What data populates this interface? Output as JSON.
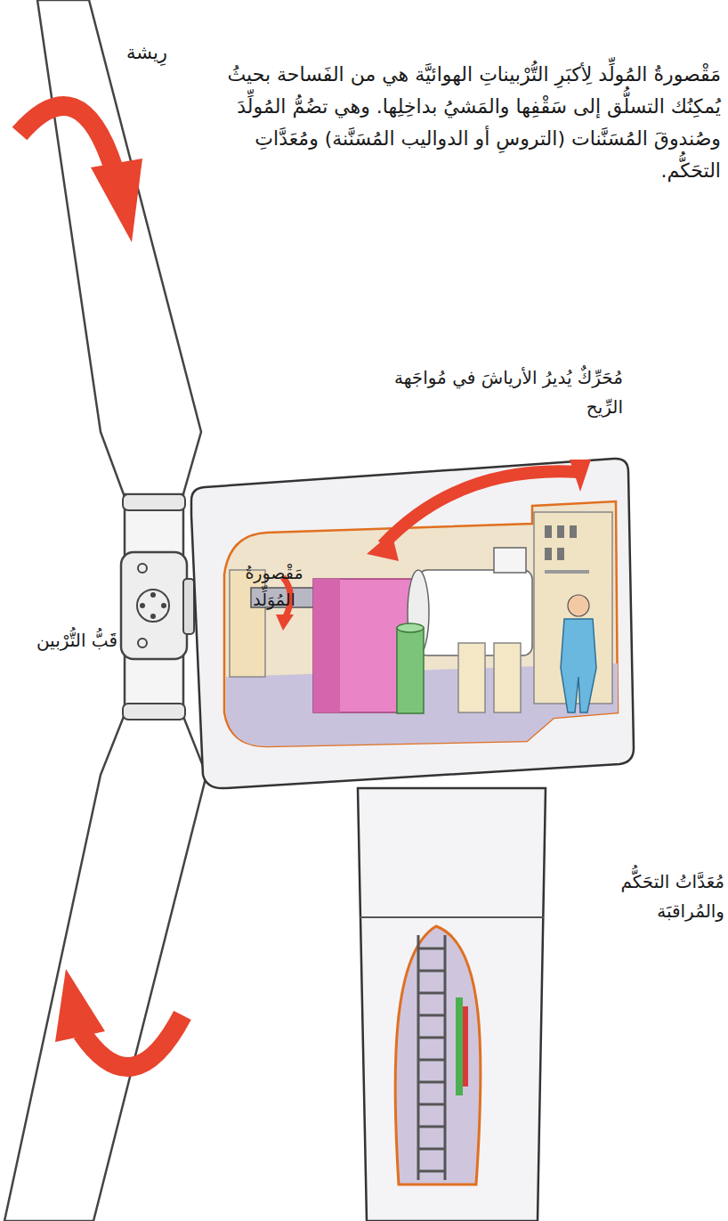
{
  "diagram": {
    "nodes": [
      {
        "text": [
          "مَقْصورةُ المُوَلِّد"
        ]
      }
    ],
    "labels": [
      "رِيشة",
      "مَقْصورةُ المُولِّد لِأكبَرِ التُّرْبيناتِ الهوائيَّة هي من الفَساحة بحيثُ يُمكِنُك التسلُّق إلى سَقْفِها والمَشيُ بداخِلِها. وهي تضُمُّ المُولِّدَ وصُندوقَ المُسَنَّنات (التروسِ أو الدواليب المُسَنَّنة) ومُعَدَّاتِ التحَكُّم.",
      "مُحَرِّكٌ يُديرُ الأرياشَ في مُواجَهة الرِّيح",
      "قَبُّ التُّرْبين",
      "مُعَدَّاتُ التحَكُّم والمُراقبَة"
    ]
  }
}
